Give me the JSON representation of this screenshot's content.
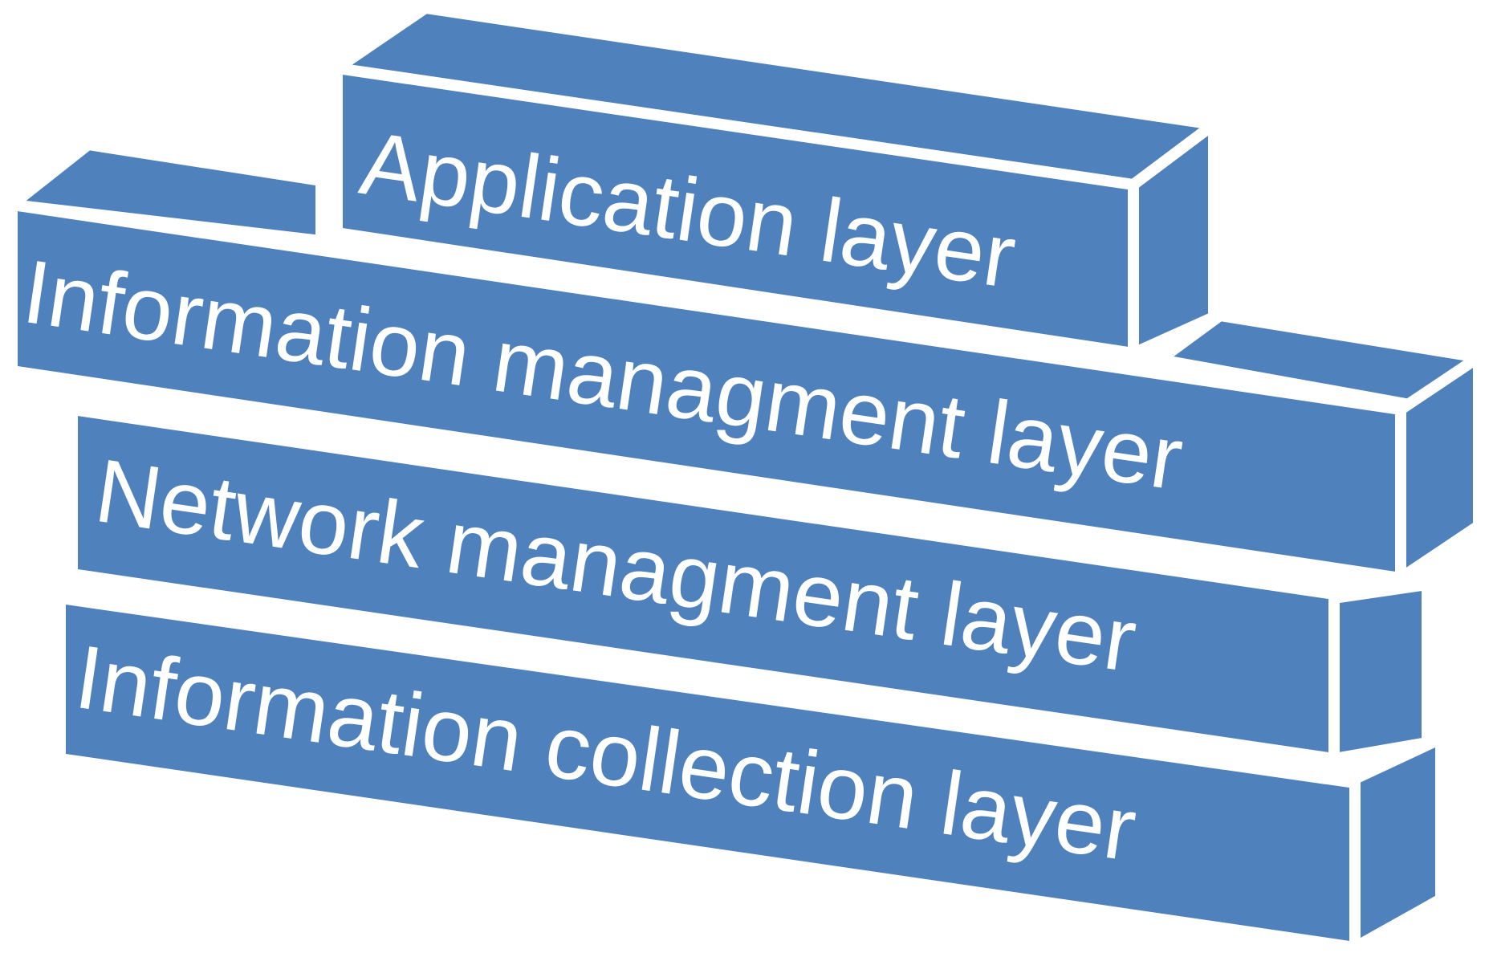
{
  "diagram": {
    "fill_color": "#4f81bd",
    "edge_color": "#ffffff",
    "layers": [
      {
        "label": "Application layer"
      },
      {
        "label": "Information managment layer"
      },
      {
        "label": "Network managment layer"
      },
      {
        "label": "Information collection layer"
      }
    ]
  }
}
